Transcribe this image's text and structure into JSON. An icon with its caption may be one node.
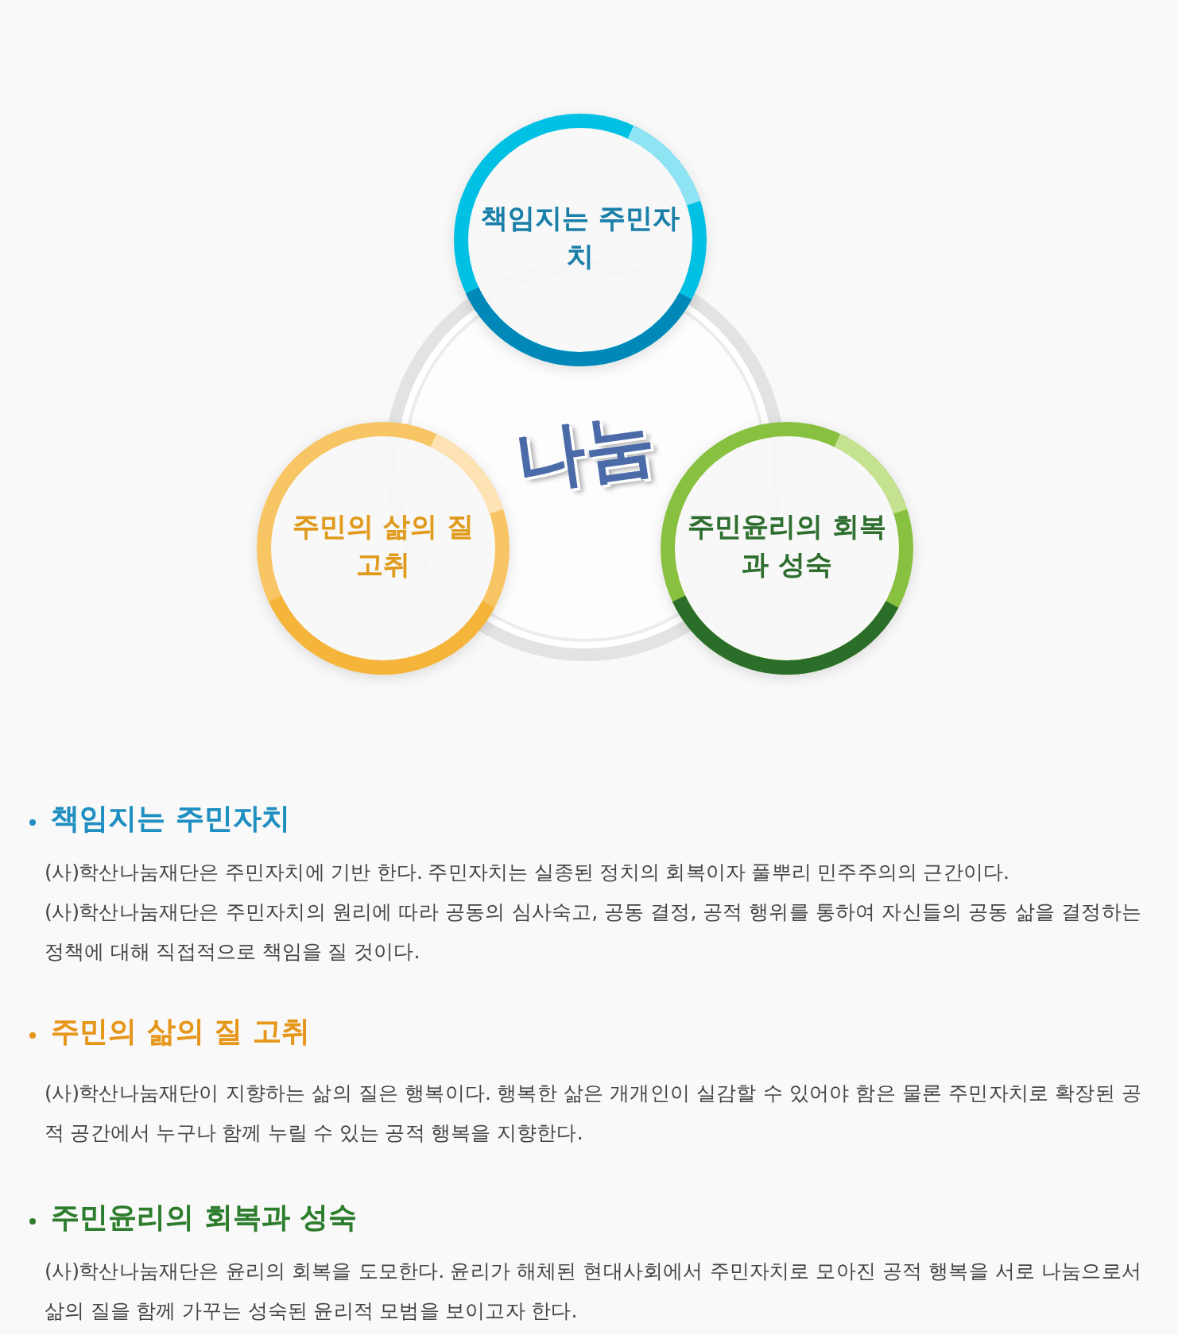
{
  "diagram": {
    "nodes": [
      {
        "text": [
          "나눔"
        ]
      },
      {
        "text": [
          "책임지는 주민자치"
        ]
      },
      {
        "text": [
          "주민의 삶의 질 고취"
        ]
      },
      {
        "text": [
          "주민윤리의 회복과 성숙"
        ]
      }
    ],
    "labels": [
      "책임지는 주민자치",
      "(사)학산나눔재단은 주민자치에 기반 한다. 주민자치는 실종된 정치의 회복이자 풀뿌리 민주주의의 근간이다.",
      "(사)학산나눔재단은 주민자치의 원리에 따라 공동의 심사숙고, 공동 결정, 공적 행위를 통하여 자신들의 공동 삶을 결정하는 정책에 대해 직접적으로 책임을 질 것이다.",
      "주민의 삶의 질 고취",
      "(사)학산나눔재단이 지향하는 삶의 질은 행복이다. 행복한 삶은 개개인이 실감할 수 있어야 함은 물론 주민자치로 확장된 공적 공간에서 누구나 함께 누릴 수 있는 공적 행복을 지향한다.",
      "주민윤리의 회복과 성숙",
      "(사)학산나눔재단은 윤리의 회복을 도모한다. 윤리가 해체된 현대사회에서 주민자치로 모아진 공적 행복을 서로 나눔으로서 삶의 질을 함께 가꾸는 성숙된 윤리적 모범을 보이고자 한다."
    ]
  }
}
